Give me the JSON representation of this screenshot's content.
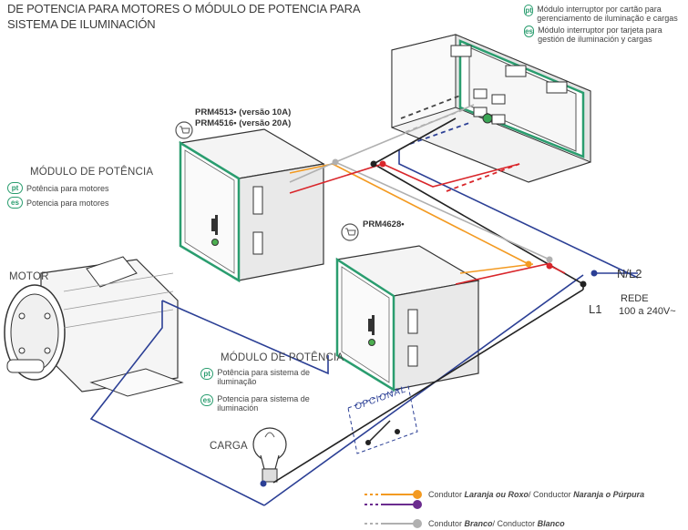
{
  "title": "DE POTENCIA PARA MOTORES O MÓDULO DE POTENCIA PARA SISTEMA DE ILUMINACIÓN",
  "switch_module": {
    "pt_badge": "pt",
    "pt_text": "Módulo interruptor por cartão para gerenciamento de iluminação e cargas",
    "es_badge": "es",
    "es_text": "Módulo interruptor por tarjeta para gestión de iluminación y cargas"
  },
  "module_top": {
    "model_1": "PRM4513• (versão 10A)",
    "model_2": "PRM4516• (versão 20A)",
    "section": "MÓDULO DE POTÊNCIA",
    "pt_text": "Potência para motores",
    "es_text": "Potencia para motores"
  },
  "module_bottom": {
    "model": "PRM4628•",
    "section": "MÓDULO DE POTÊNCIA",
    "pt_text": "Potência para sistema de iluminação",
    "es_text": "Potencia para sistema de iluminación"
  },
  "labels": {
    "motor": "MOTOR",
    "carga": "CARGA",
    "opcional": "OPCIONAL",
    "n_l2": "N/L2",
    "l1": "L1",
    "rede": "REDE",
    "voltage": "100 a 240V~"
  },
  "legend": {
    "orange_prefix": "Condutor ",
    "orange_em1": "Laranja ou Roxo",
    "orange_mid": "/ Conductor ",
    "orange_em2": "Naranja o Púrpura",
    "white_prefix": "Condutor ",
    "white_em1": "Branco",
    "white_mid": "/ Conductor ",
    "white_em2": "Blanco"
  },
  "colors": {
    "orange": "#f39a21",
    "purple": "#6b2c8f",
    "gray": "#b0b0b0",
    "red": "#d9262b",
    "blue": "#2b3f95",
    "green": "#2a9d6f"
  }
}
